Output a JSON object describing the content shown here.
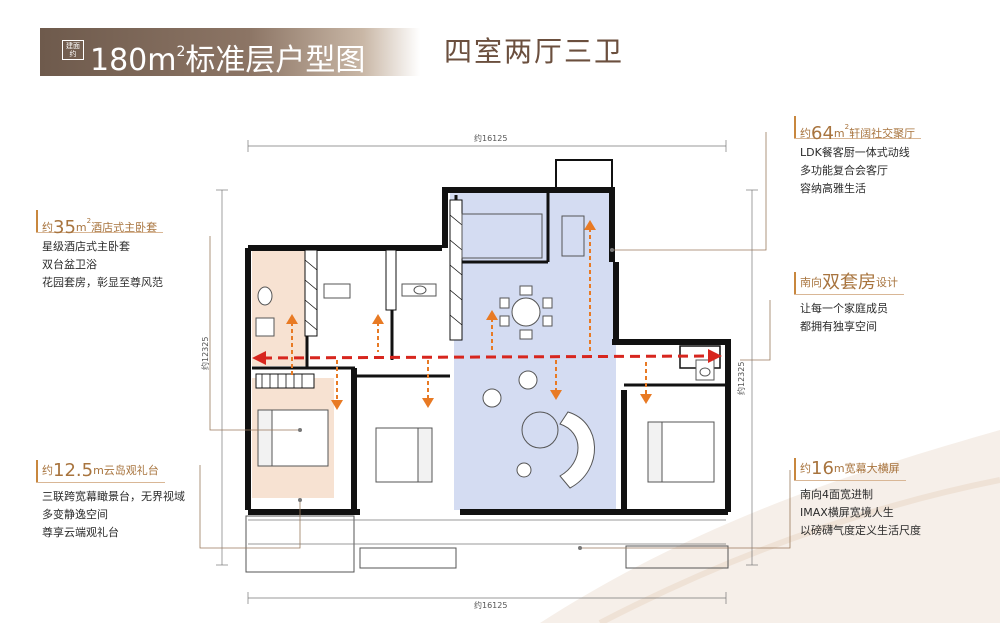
{
  "title": {
    "tag": "建面约",
    "main_prefix": "180m",
    "main_sup": "2",
    "main_suffix": "标准层户型图",
    "subtitle": "四室两厅三卫"
  },
  "dimensions": {
    "top": "约16125",
    "bottom": "约16125",
    "left": "约12325",
    "right": "约12325"
  },
  "cards": {
    "master": {
      "pre": "约",
      "num": "35",
      "unit": "m",
      "sup": "2",
      "name": "酒店式主卧套",
      "lines": [
        "星级酒店式主卧套",
        "双台盆卫浴",
        "花园套房，彰显至尊风范"
      ]
    },
    "balcony": {
      "pre": "约",
      "num": "12.5",
      "unit": "m",
      "name": "云岛观礼台",
      "lines": [
        "三联跨宽幕瞰景台，无界视域",
        "多变静逸空间",
        "尊享云端观礼台"
      ]
    },
    "ldk": {
      "pre": "约",
      "num": "64",
      "unit": "m",
      "sup": "2",
      "name": "轩阔社交聚厅",
      "lines": [
        "LDK餐客厨一体式动线",
        "多功能复合会客厅",
        "容纳高雅生活"
      ]
    },
    "suite": {
      "pre": "南向",
      "num": "双套房",
      "name": "设计",
      "lines": [
        "让每一个家庭成员",
        "都拥有独享空间"
      ]
    },
    "screen": {
      "pre": "约",
      "num": "16",
      "unit": "m",
      "name": "宽幕大横屏",
      "lines": [
        "南向4面宽进制",
        "IMAX横屏宽境人生",
        "以磅礴气度定义生活尺度"
      ]
    }
  },
  "colors": {
    "accent": "#c8873e",
    "title_bg": "#7a6556",
    "living_fill": "#d4dcf2",
    "master_fill": "#f7e2d2",
    "arrow_red": "#d7261e",
    "arrow_orange": "#e87a24"
  }
}
